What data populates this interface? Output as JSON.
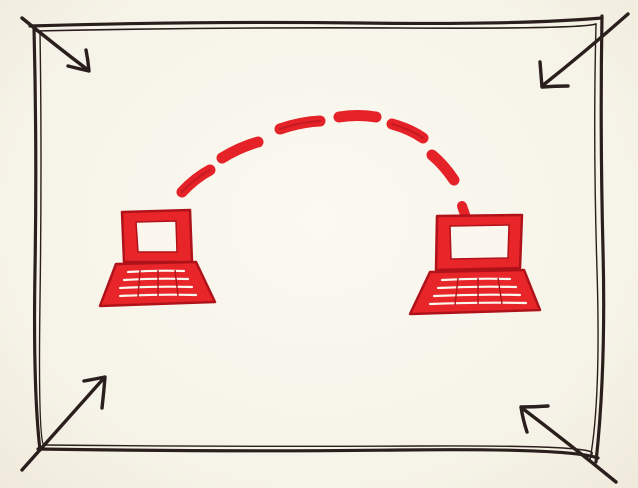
{
  "colors": {
    "paper": "#f7f4ea",
    "ink": "#2a1f1c",
    "laptop_fill": "#e8262a",
    "laptop_outline": "#b0121a",
    "screen": "#fbf6ee",
    "link_dash": "#e42228"
  },
  "frame": {
    "corner_arrows": [
      "arrow-top-left-icon",
      "arrow-top-right-icon",
      "arrow-bottom-left-icon",
      "arrow-bottom-right-icon"
    ],
    "arrow_direction": "inward"
  },
  "diagram": {
    "nodes": [
      {
        "id": "laptop-left",
        "icon": "laptop-icon"
      },
      {
        "id": "laptop-right",
        "icon": "laptop-icon"
      }
    ],
    "edges": [
      {
        "from": "laptop-left",
        "to": "laptop-right",
        "style": "dashed-arc"
      }
    ]
  }
}
